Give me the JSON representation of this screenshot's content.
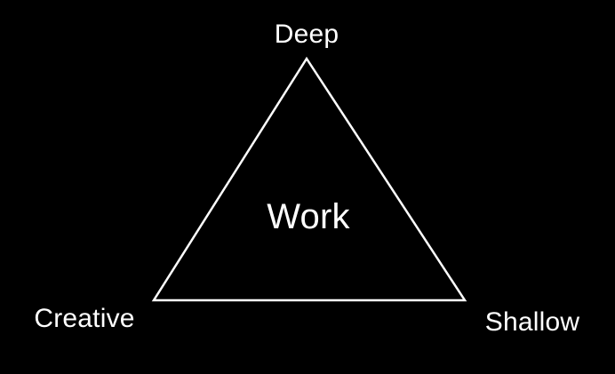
{
  "slide": {
    "type": "triangle-concept-diagram",
    "colors": {
      "background": "#000000",
      "stroke": "#ffffff",
      "text": "#ffffff"
    },
    "center_label": "Work",
    "vertices": [
      {
        "position": "top",
        "label": "Deep"
      },
      {
        "position": "bottom-left",
        "label": "Creative"
      },
      {
        "position": "bottom-right",
        "label": "Shallow"
      }
    ]
  }
}
